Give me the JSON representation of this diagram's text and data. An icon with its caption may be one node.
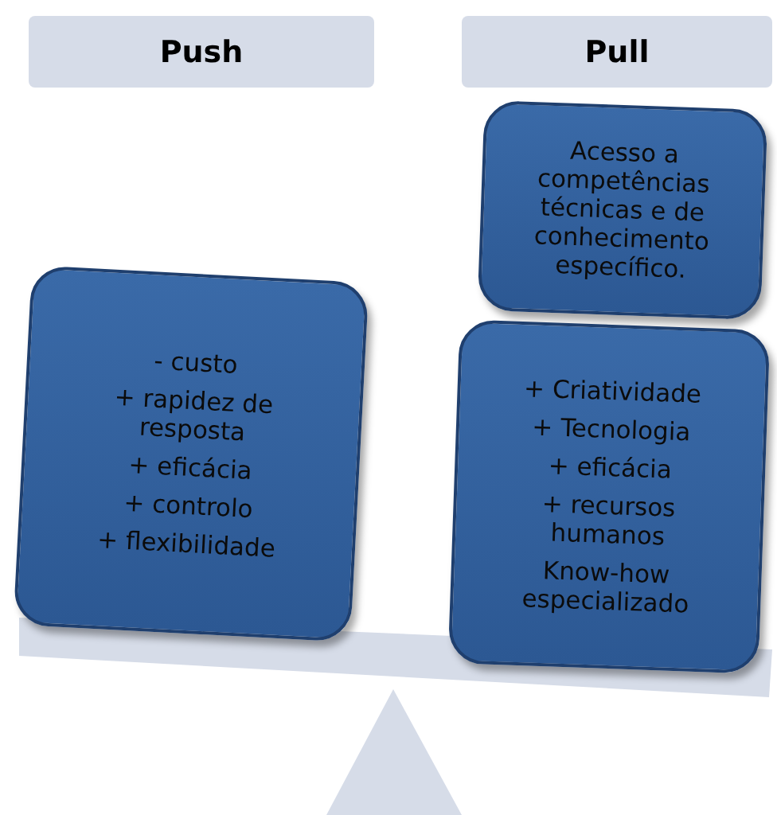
{
  "diagram": {
    "nodes": [
      {
        "text": [
          "Push"
        ]
      },
      {
        "text": [
          "Pull"
        ]
      },
      {
        "text": [
          "- custo",
          "+ rapidez de resposta",
          "+ eficácia",
          "+ controlo",
          "+ flexibilidade"
        ]
      },
      {
        "text": [
          "Acesso a competências técnicas e de conhecimento específico."
        ]
      },
      {
        "text": [
          "+ Criatividade",
          "+ Tecnologia",
          "+ eficácia",
          "+ recursos humanos",
          "Know-how especializado"
        ]
      }
    ],
    "edges": []
  }
}
